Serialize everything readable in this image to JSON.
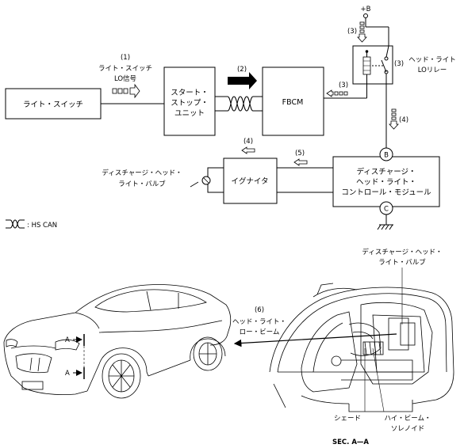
{
  "diagram": {
    "blocks": {
      "light_switch": "ライト・スイッチ",
      "start_stop_unit": [
        "スタート・",
        "ストップ・",
        "ユニット"
      ],
      "fbcm": "FBCM",
      "igniter": "イグナイタ",
      "discharge_control_module": [
        "ディスチャージ・",
        "ヘッド・ライト・",
        "コントロール・モジュール"
      ],
      "headlight_lo_relay": [
        "ヘッド・ライト",
        "LOリレー"
      ]
    },
    "signals": {
      "s1": [
        "(1)",
        "ライト・スイッチ",
        "LO信号"
      ],
      "s2": "(2)",
      "s3a": "(3)",
      "s3b": "(3)",
      "s3c": "(3)",
      "s4a": "(4)",
      "s4b": "(4)",
      "s5": "(5)",
      "s6": [
        "(6)",
        "ヘッド・ライト・",
        "ロー・ビーム"
      ]
    },
    "terminals": {
      "power": "+B",
      "b": "B",
      "c": "C"
    },
    "bulb_label": [
      "ディスチャージ・ヘッド・",
      "ライト・バルブ"
    ],
    "legend": ": HS CAN"
  },
  "illustration": {
    "section_marker": "A",
    "bulb_label": [
      "ディスチャージ・ヘッド・",
      "ライト・バルブ"
    ],
    "shade_label": "シェード",
    "solenoid_label": [
      "ハイ・ビーム・",
      "ソレノイド"
    ],
    "section_title": "SEC. A—A"
  }
}
